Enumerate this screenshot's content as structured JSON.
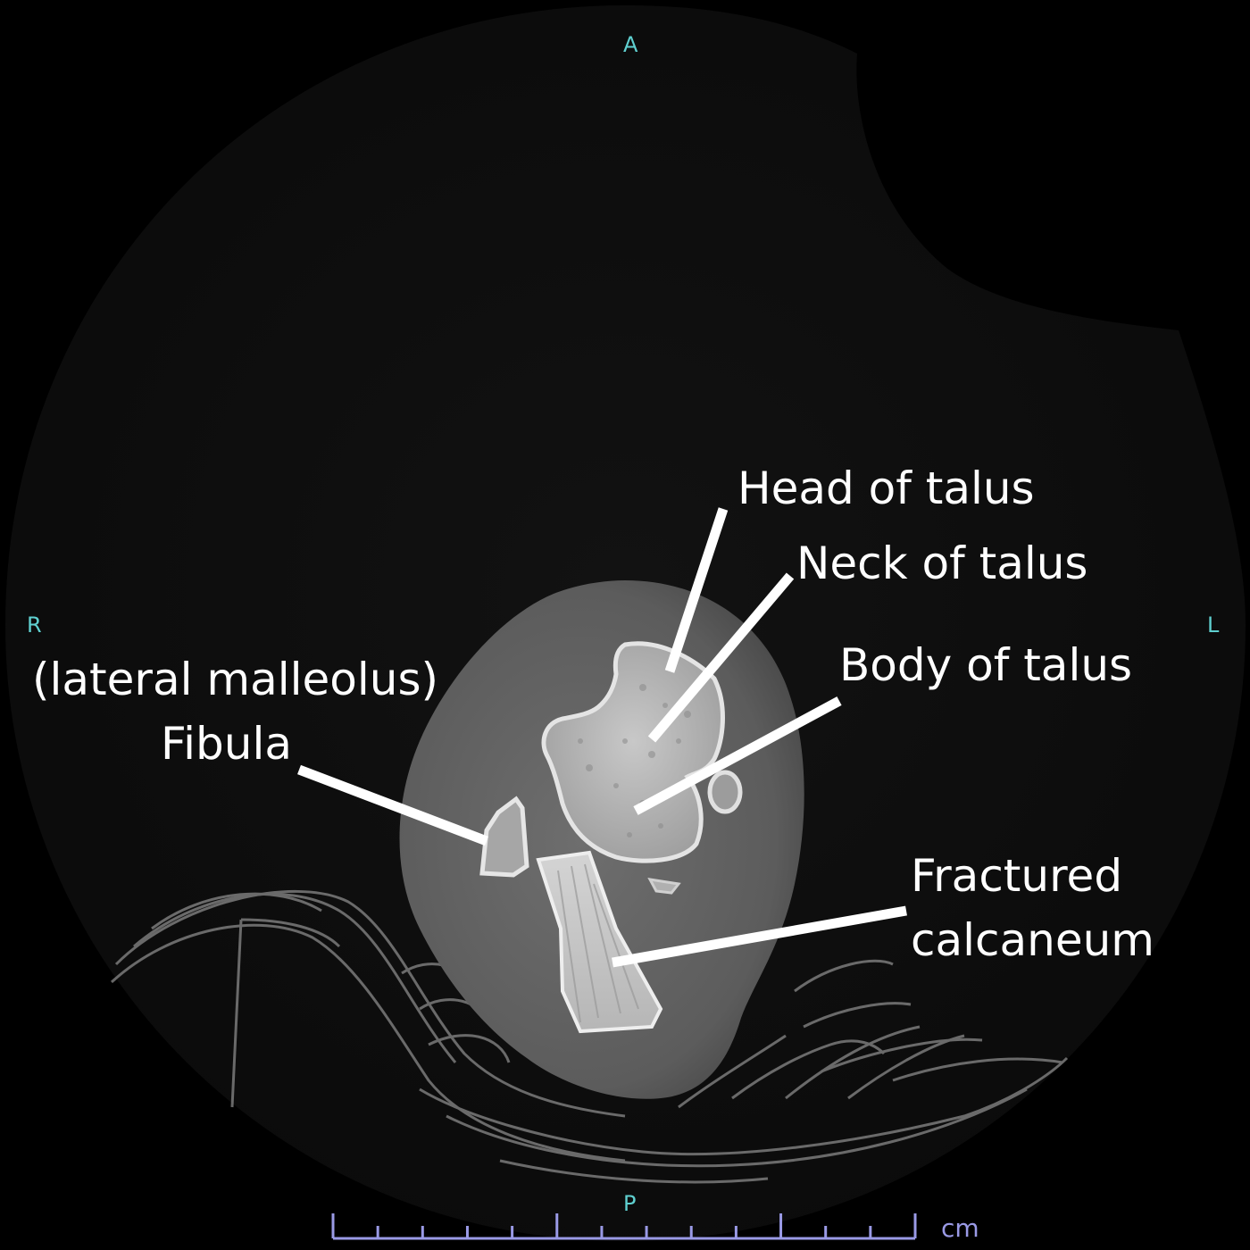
{
  "colors": {
    "background": "#000000",
    "orientation_marker": "#5fd0d0",
    "annotation_text": "#ffffff",
    "leader_line": "#ffffff",
    "scale_bar": "#9a9ae6"
  },
  "orientation": {
    "anterior": "A",
    "posterior": "P",
    "right": "R",
    "left": "L"
  },
  "annotations": {
    "head_of_talus": "Head of talus",
    "neck_of_talus": "Neck of talus",
    "body_of_talus": "Body of talus",
    "fibula_line1": "(lateral malleolus)",
    "fibula_line2": "Fibula",
    "calcaneum_line1": "Fractured",
    "calcaneum_line2": "calcaneum"
  },
  "scale_bar": {
    "unit": "cm",
    "major_ticks": 3,
    "minor_ticks_per_major": 5
  }
}
